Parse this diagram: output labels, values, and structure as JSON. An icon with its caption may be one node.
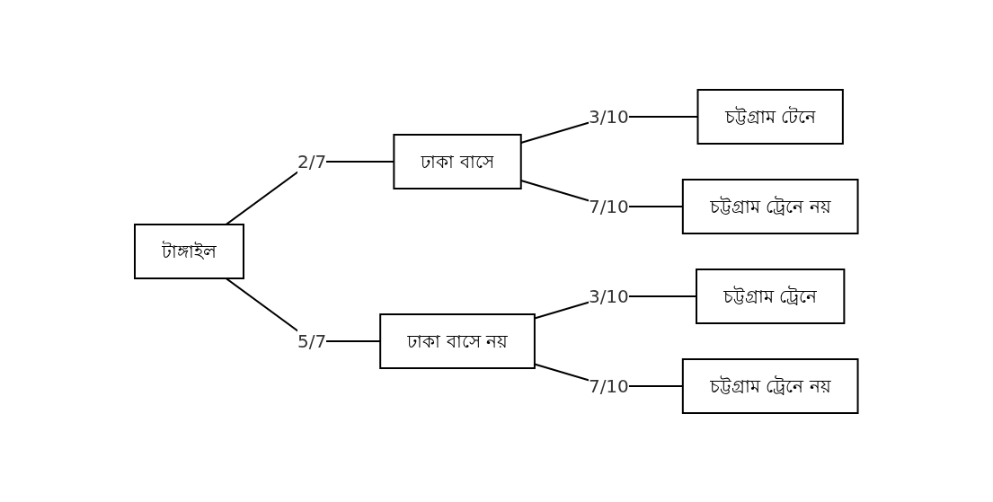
{
  "diagram": {
    "nodes": [
      {
        "text": [
          "টাঙ্গাইল"
        ]
      },
      {
        "text": [
          "ঢাকা বাসে"
        ]
      },
      {
        "text": [
          "ঢাকা বাসে নয়"
        ]
      },
      {
        "text": [
          "চট্টগ্রাম টেনে"
        ]
      },
      {
        "text": [
          "চট্টগ্রাম ট্রেনে নয়"
        ]
      },
      {
        "text": [
          "চট্টগ্রাম ট্রেনে"
        ]
      },
      {
        "text": [
          "চট্টগ্রাম ট্রেনে নয়"
        ]
      }
    ],
    "edges": [
      {
        "from": 0,
        "to": 1,
        "arrow": "none",
        "label": "2/7"
      },
      {
        "from": 0,
        "to": 2,
        "arrow": "none",
        "label": "5/7"
      },
      {
        "from": 1,
        "to": 3,
        "arrow": "none",
        "label": "3/10"
      },
      {
        "from": 1,
        "to": 4,
        "arrow": "none",
        "label": "7/10"
      },
      {
        "from": 2,
        "to": 5,
        "arrow": "none",
        "label": "3/10"
      },
      {
        "from": 2,
        "to": 6,
        "arrow": "none",
        "label": "7/10"
      }
    ]
  }
}
